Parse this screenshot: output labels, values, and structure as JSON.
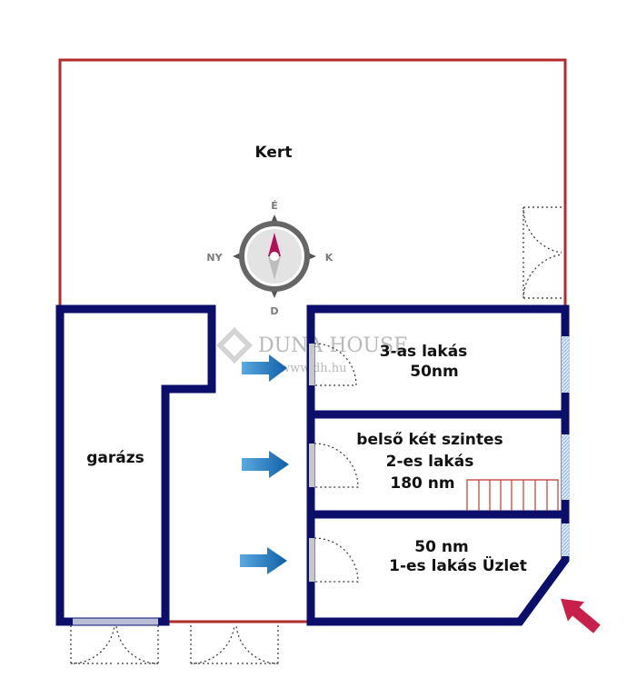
{
  "rooms": {
    "garden": "Kert",
    "garage": "garázs",
    "apt3_line1": "3-as lakás",
    "apt3_line2": "50nm",
    "apt2_line1": "belső két szintes",
    "apt2_line2": "2-es lakás",
    "apt2_line3": "180 nm",
    "apt1_line1": "50 nm",
    "apt1_line2": "1-es lakás Üzlet"
  },
  "compass": {
    "north": "É",
    "south": "D",
    "east": "K",
    "west": "NY"
  },
  "watermark": {
    "brand": "DUNA HOUSE",
    "url": "www.dh.hu"
  },
  "colors": {
    "walls": "#0b0f6b",
    "garden_border": "#b32b2b",
    "arrows": "#1a78c2",
    "entrance_arrow": "#c8204a",
    "stairs": "#c0392b",
    "windows": "#8fb3d9",
    "compass_needle_north": "#b0125a"
  }
}
